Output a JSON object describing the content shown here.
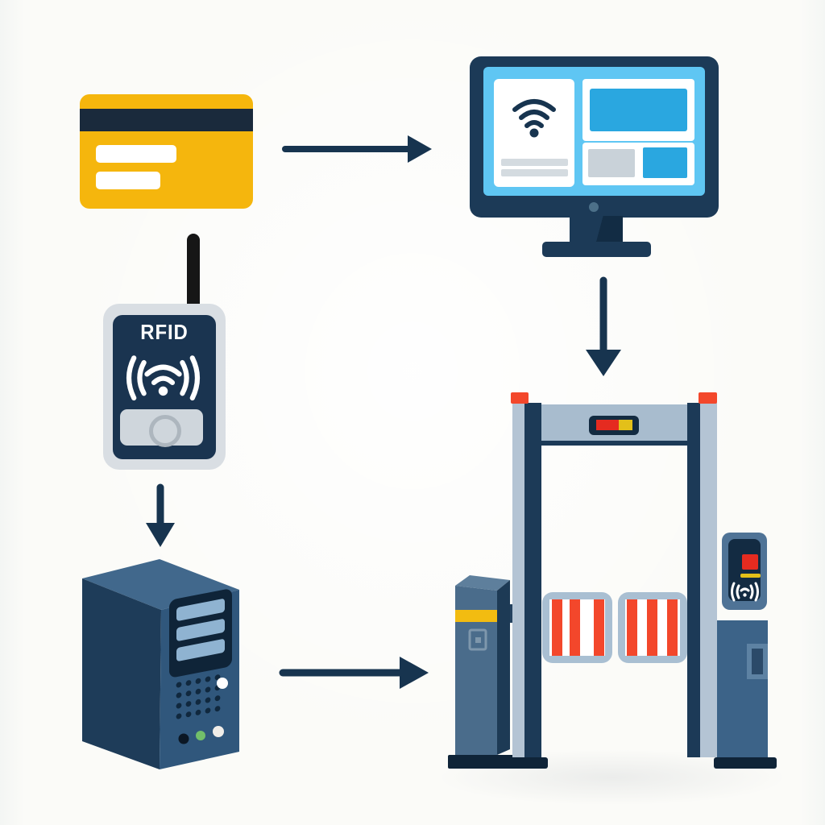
{
  "diagram": {
    "subject": "RFID access control system flow",
    "reader_label": "RFID",
    "nodes": [
      {
        "id": "rfid-card",
        "name": "Yellow RFID card with magnetic stripe"
      },
      {
        "id": "monitoring-computer",
        "name": "Desktop monitor showing dashboard with wifi signal"
      },
      {
        "id": "rfid-reader",
        "name": "Handheld RFID reader with antenna",
        "label": "RFID"
      },
      {
        "id": "server",
        "name": "Server tower with front panel, vents and status lights"
      },
      {
        "id": "security-gate",
        "name": "Security gate with red-striped barrier arms, pedestal and card-reader kiosk"
      }
    ],
    "connections": [
      {
        "from": "rfid-card",
        "to": "monitoring-computer",
        "direction": "right"
      },
      {
        "from": "monitoring-computer",
        "to": "security-gate",
        "direction": "down"
      },
      {
        "from": "rfid-reader",
        "to": "server",
        "direction": "down"
      },
      {
        "from": "server",
        "to": "security-gate",
        "direction": "right"
      }
    ],
    "icons": [
      "wifi-icon",
      "rfid-signal-icon",
      "contactless-reader-icon",
      "arrow-right-icon",
      "arrow-down-icon"
    ]
  },
  "colors": {
    "bg": "#FBFBF8",
    "ink": "#17344F",
    "navy": "#1C3A57",
    "navy-deep": "#0F2438",
    "navy-panel": "#1A3450",
    "stripe": "#1A2A3C",
    "black": "#161616",
    "card-yellow": "#F5B60D",
    "band-yellow": "#F2BC11",
    "indicator-yellow": "#E3C019",
    "red": "#F3472B",
    "indicator-red": "#E52B20",
    "screen-blue": "#5FC6F3",
    "bright-blue": "#2AA7E0",
    "light-gray": "#D9DEE3",
    "button-gray": "#CFD6DC",
    "line-gray": "#D4DBE0",
    "tile-gray": "#C9D2D9",
    "steel": "#A9BFD2",
    "steel-light": "#B4C4D4",
    "beam": "#A8BCCE",
    "slate": "#4A6C8B",
    "slate-top": "#5E7F9C",
    "slate-side": "#1D3A55",
    "kiosk": "#3C6388",
    "kiosk-frame": "#4F7396",
    "slot-light": "#5D82A3",
    "slot-dark": "#2B4A69",
    "server-top": "#41688C",
    "server-front": "#30577C",
    "server-left": "#1E3C59",
    "slat-blue": "#8FB3D1",
    "green": "#72BF6A",
    "dot-white": "#F0EDE8"
  }
}
